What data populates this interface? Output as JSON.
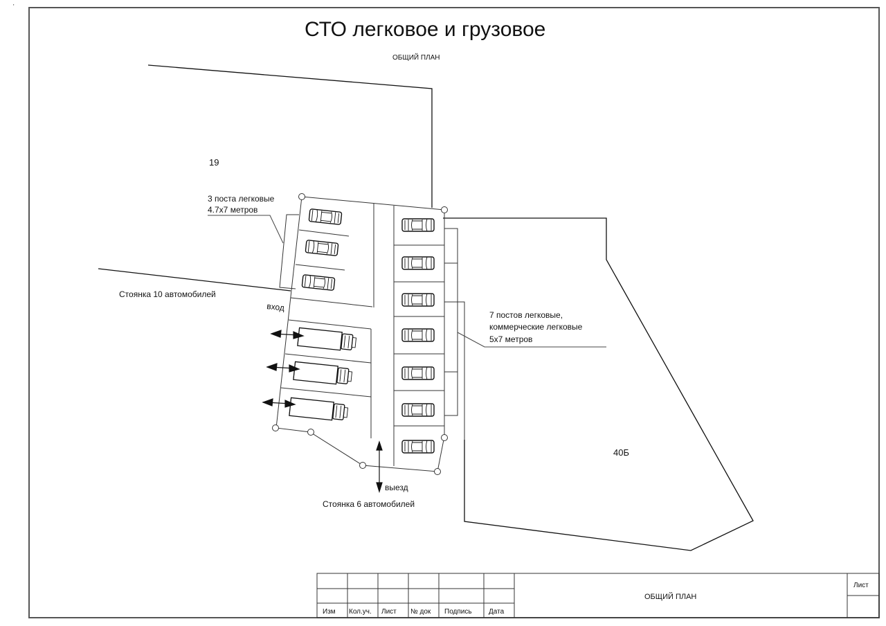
{
  "sheet": {
    "title": "СТО легковое и грузовое",
    "subtitle": "ОБЩИЙ ПЛАН",
    "corner_mark": "'"
  },
  "labels": {
    "plot_19": "19",
    "plot_40b": "40Б",
    "posts_3_line1": "3 поста легковые",
    "posts_3_line2": "4.7x7 метров",
    "parking_10": "Стоянка 10 автомобилей",
    "entrance": "вход",
    "posts_7_line1": "7 постов легковые,",
    "posts_7_line2": "коммерческие легковые",
    "posts_7_line3": "5x7 метров",
    "exit": "выезд",
    "parking_6": "Стоянка 6 автомобилей"
  },
  "plan": {
    "left_car_bays": 3,
    "right_car_bays": 7,
    "truck_bays": 3
  },
  "title_block": {
    "columns": [
      "Изм",
      "Кол.уч.",
      "Лист",
      "№ док",
      "Подпись",
      "Дата"
    ],
    "name": "ОБЩИЙ ПЛАН",
    "sheet_label": "Лист"
  }
}
